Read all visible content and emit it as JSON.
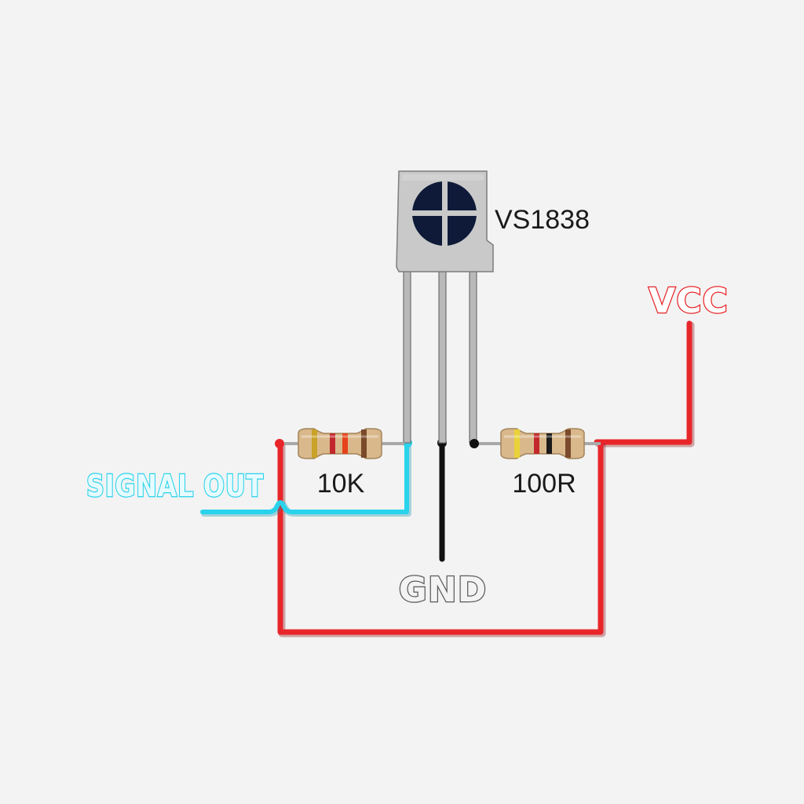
{
  "component": {
    "name": "VS1838"
  },
  "resistors": [
    {
      "label": "10K",
      "bands": [
        "#c9a227",
        "#c2272d",
        "#e6421c",
        "#7a4a2a"
      ]
    },
    {
      "label": "100R",
      "bands": [
        "#e9d23a",
        "#c2272d",
        "#1a1a1a",
        "#7a4a2a"
      ]
    }
  ],
  "labels": {
    "vcc": "VCC",
    "gnd": "GND",
    "signal_out": "SIGNAL OUT"
  },
  "colors": {
    "background": "#f3f3f3",
    "vcc_wire": "#e8262a",
    "signal_wire": "#29d3ec",
    "gnd_wire": "#111111",
    "package": "#c9c9c9",
    "lens": "#0e1a38",
    "resistor_body": "#d9b98c",
    "pin": "#b9b9b9"
  }
}
